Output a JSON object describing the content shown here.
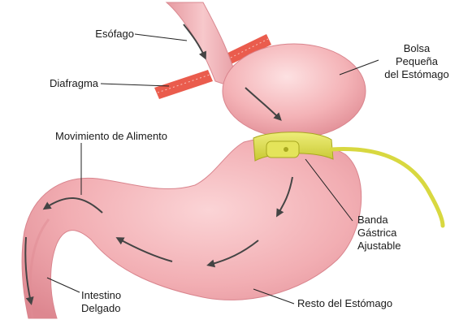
{
  "labels": {
    "esofago": "Esófago",
    "diafragma": "Diafragma",
    "movimiento": "Movimiento de Alimento",
    "bolsa": "Bolsa\nPequeña\ndel Estómago",
    "banda": "Banda\nGástrica\nAjustable",
    "intestino": "Intestino\nDelgado",
    "resto": "Resto del Estómago"
  },
  "colors": {
    "stomach": "#f4b3b7",
    "stomach_shadow": "#e08c94",
    "band": "#dcdc4a",
    "diaphragm": "#e84a3a",
    "arrow": "#444444",
    "leader": "#222222"
  }
}
